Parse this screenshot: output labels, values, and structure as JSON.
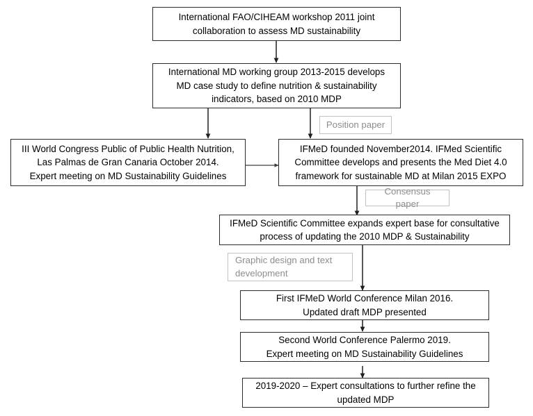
{
  "diagram": {
    "title": "IFMeD Mediterranean Diet Pyramid update process flowchart",
    "background_color": "#ffffff",
    "node_border_color": "#2b2b2b",
    "note_border_color": "#c2c2c2",
    "note_text_color": "#8d8d8d",
    "arrow_color": "#1f1f1f",
    "nodes": [
      {
        "id": "fao-ciheam-workshop",
        "text": "International FAO/CIHEAM workshop 2011 joint\ncollaboration to assess MD sustainability"
      },
      {
        "id": "md-working-group",
        "text": "International MD working group 2013-2015 develops\nMD case study to define nutrition & sustainability\nindicators, based on 2010 MDP"
      },
      {
        "id": "world-congress-las-palmas",
        "text": "III World Congress Public  of Public Health Nutrition,\nLas Palmas de Gran Canaria October 2014.\nExpert meeting on MD Sustainability Guidelines"
      },
      {
        "id": "ifmed-founded",
        "text": "IFMeD founded November2014. IFMed Scientific\nCommittee develops and presents the  Med Diet 4.0\nframework for sustainable  MD at Milan 2015 EXPO"
      },
      {
        "id": "ifmed-expands-expert-base",
        "text": "IFMeD Scientific Committee expands expert base  for consultative\nprocess of  updating the 2010 MDP & Sustainability"
      },
      {
        "id": "first-ifmed-conference-milan",
        "text": "First IFMeD World Conference Milan 2016.\nUpdated draft MDP presented"
      },
      {
        "id": "second-conference-palermo",
        "text": "Second World Conference Palermo 2019.\nExpert meeting on MD Sustainability Guidelines"
      },
      {
        "id": "expert-consultations-2019-2020",
        "text": "2019-2020 – Expert consultations to further refine the\nupdated MDP"
      }
    ],
    "notes": [
      {
        "id": "position-paper",
        "text": "Position paper"
      },
      {
        "id": "consensus-paper",
        "text": "Consensus paper"
      },
      {
        "id": "graphic-design",
        "text": "Graphic design and text\ndevelopment"
      }
    ]
  }
}
